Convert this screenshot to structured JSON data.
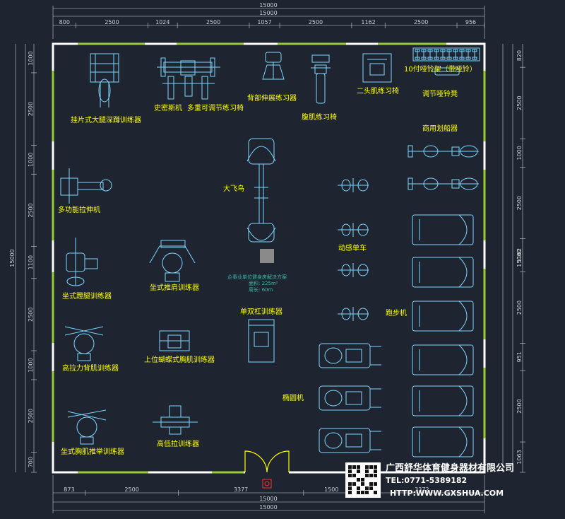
{
  "dimensions": {
    "top_total": "15000",
    "top_total_2": "15000",
    "top_segments": [
      "800",
      "2500",
      "1024",
      "2500",
      "1057",
      "2500",
      "1162",
      "2500",
      "956"
    ],
    "bottom_segments": [
      "873",
      "2500",
      "3377",
      "1500",
      "3372"
    ],
    "bottom_total": "15000",
    "bottom_total_2": "15000",
    "left_total": "15000",
    "left_segments": [
      "1000",
      "2500",
      "1000",
      "2500",
      "1100",
      "2500",
      "1000",
      "2500",
      "700"
    ],
    "right_total": "15000",
    "right_segments": [
      "820",
      "2500",
      "1000",
      "2500",
      "1162",
      "2500",
      "951",
      "2500",
      "1063"
    ]
  },
  "labels": {
    "squat": "挂片式大腿深蹲训练器",
    "smith": "史密斯机",
    "bench": "多重可调节练习椅",
    "back_ext": "背部伸展练习器",
    "abs": "腹肌练习椅",
    "biceps": "二头肌练习椅",
    "dumbbell_rack": "10付哑铃架（带哑铃）",
    "db_bench": "调节哑铃凳",
    "rower": "商用划船器",
    "crossover": "大飞鸟",
    "multi": "多功能拉伸机",
    "bike": "动感单车",
    "leg_kick": "坐式蹬腿训练器",
    "shoulder": "坐式推肩训练器",
    "treadmill": "跑步机",
    "dual_bar": "单双杠训练器",
    "lat": "高拉力背肌训练器",
    "fly": "上位蝴蝶式胸肌训练器",
    "elliptical": "椭圆机",
    "chest": "坐式胸肌推举训练器",
    "cable": "高低拉训练器"
  },
  "center_info": {
    "title": "企事业单位健身房解决方案",
    "area": "面积: 225m²",
    "perimeter": "周长: 60m"
  },
  "company": {
    "name": "广西舒华体育健身器材有限公司",
    "tel": "TEL:0771-5389182",
    "url": "HTTP:WWW.GXSHUA.COM"
  },
  "colors": {
    "background": "#1e2530",
    "label": "#ffff00",
    "equipment": "#7ed6ff",
    "window": "#9acd32",
    "wall": "#ffffff",
    "door": "#ffff00",
    "exit_sign": "#ff3030"
  },
  "icons": [
    "qr-code-icon",
    "exit-sign-icon",
    "door-icon"
  ]
}
